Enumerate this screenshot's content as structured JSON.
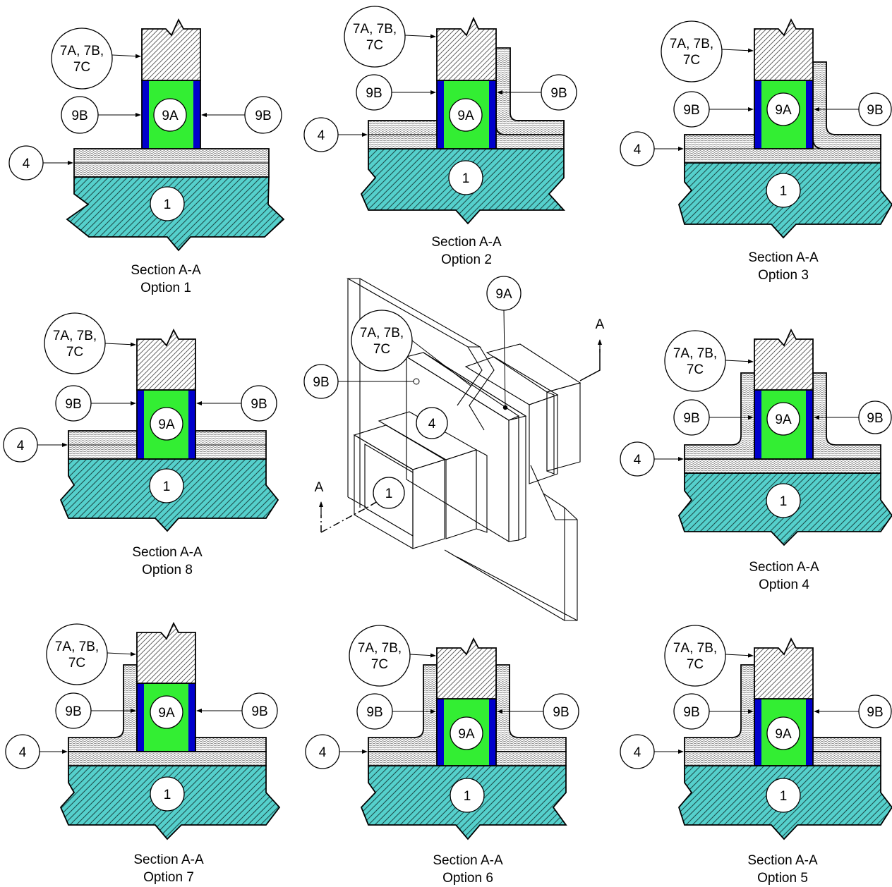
{
  "colors": {
    "substrate": "#55D0CC",
    "substrate_hatch": "#1f4f4d",
    "sheathing": "#ffffff",
    "sheathing_pattern": "#555555",
    "insulation_core": "#33EE33",
    "insulation_facing": "#0000CC",
    "wall_hatch_bg": "#ffffff",
    "wall_hatch": "#555555",
    "iso_substrate_face": "#55D0CC",
    "iso_substrate_dark": "#3A8A88",
    "iso_sheath_face": "#BBBBBB",
    "iso_sheath_dark": "#777777",
    "iso_blue": "#0000CC",
    "iso_green": "#00AA00"
  },
  "callouts": {
    "wall": "7A, 7B, 7C",
    "wall_line1": "7A, 7B,",
    "wall_line2": "7C",
    "facing": "9B",
    "core": "9A",
    "sheathing": "4",
    "substrate": "1",
    "section_marker": "A"
  },
  "sections": [
    {
      "id": "option-1",
      "line1": "Section A-A",
      "line2": "Option 1"
    },
    {
      "id": "option-2",
      "line1": "Section A-A",
      "line2": "Option 2"
    },
    {
      "id": "option-3",
      "line1": "Section A-A",
      "line2": "Option 3"
    },
    {
      "id": "option-8",
      "line1": "Section A-A",
      "line2": "Option 8"
    },
    {
      "id": "option-4",
      "line1": "Section A-A",
      "line2": "Option 4"
    },
    {
      "id": "option-7",
      "line1": "Section A-A",
      "line2": "Option 7"
    },
    {
      "id": "option-6",
      "line1": "Section A-A",
      "line2": "Option 6"
    },
    {
      "id": "option-5",
      "line1": "Section A-A",
      "line2": "Option 5"
    }
  ]
}
